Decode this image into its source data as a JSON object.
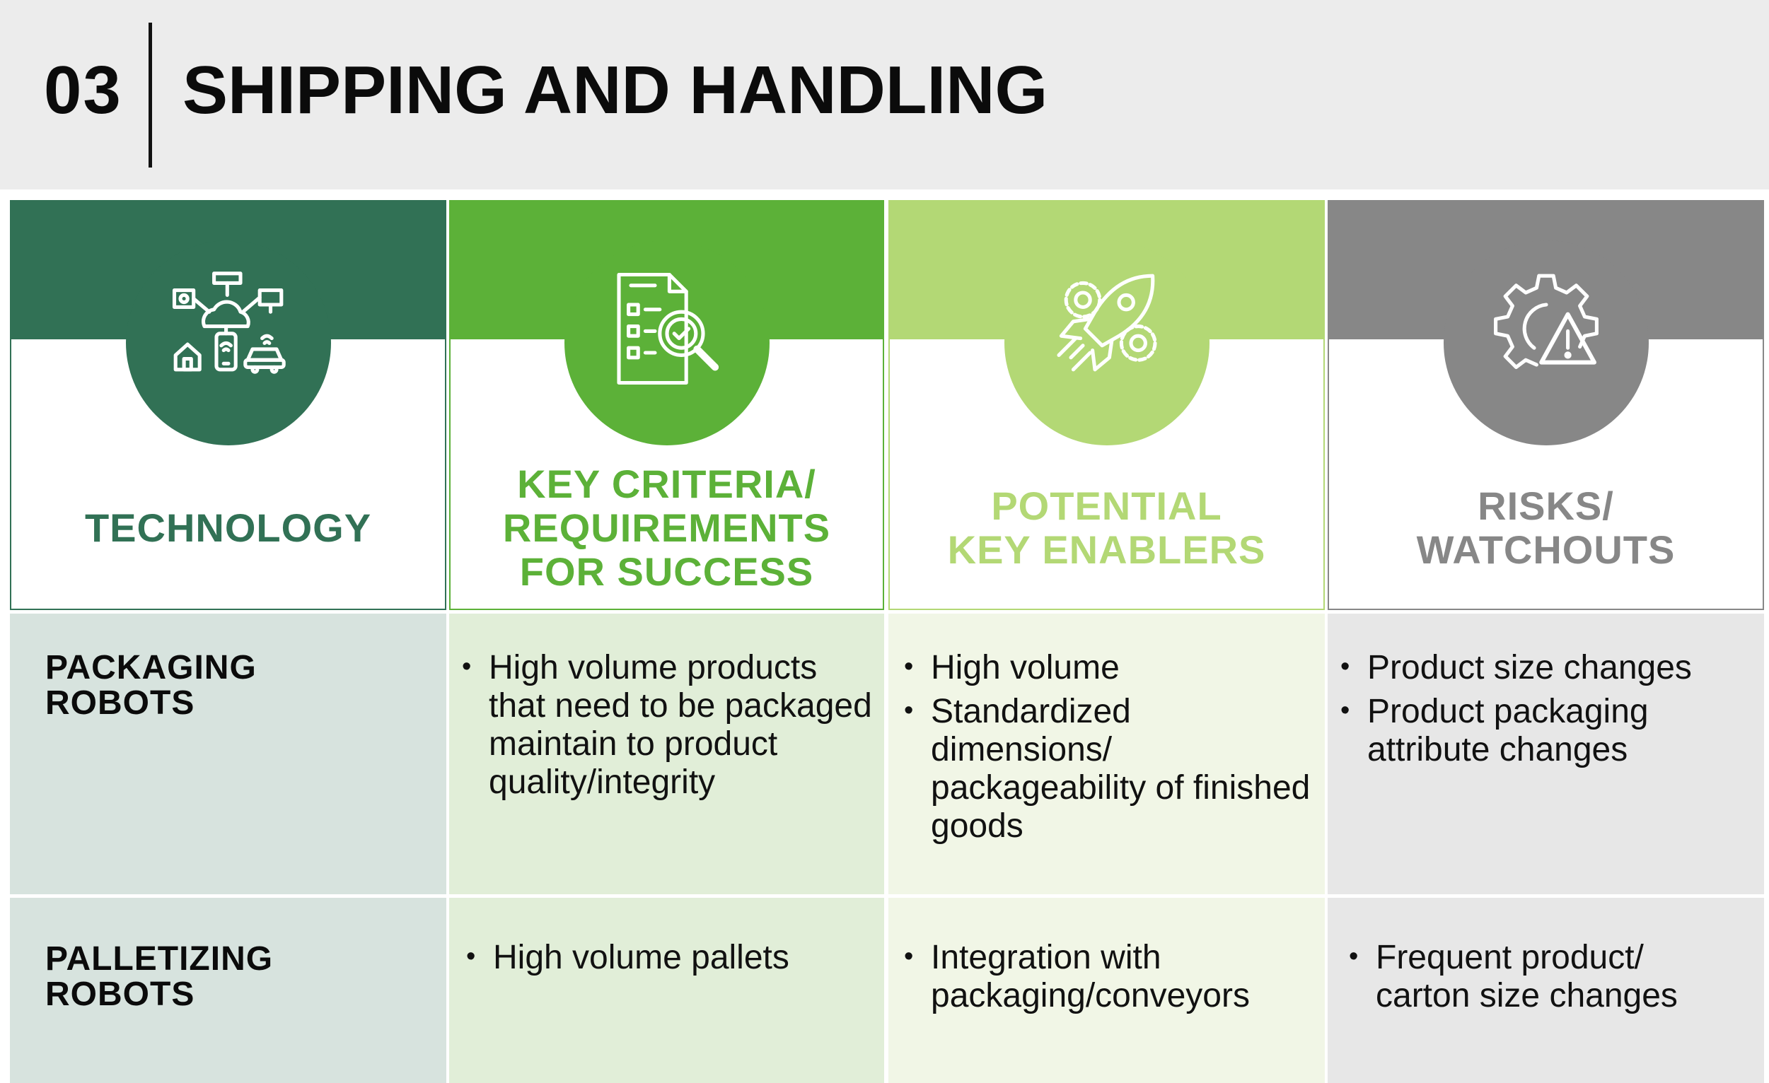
{
  "header": {
    "number": "03",
    "title": "SHIPPING AND HANDLING"
  },
  "columns": [
    {
      "label": "TECHNOLOGY",
      "color": "#317155",
      "icon": "smart-network-icon"
    },
    {
      "label": "KEY CRITERIA/\nREQUIREMENTS\nFOR SUCCESS",
      "color": "#5cb138",
      "icon": "checklist-magnifier-icon"
    },
    {
      "label": "POTENTIAL\nKEY ENABLERS",
      "color": "#b3d875",
      "icon": "rocket-gears-icon"
    },
    {
      "label": "RISKS/\nWATCHOUTS",
      "color": "#878787",
      "icon": "gear-warning-icon"
    }
  ],
  "rows": [
    {
      "label": "PACKAGING\nROBOTS",
      "criteria": [
        "High volume products that need to be packaged maintain to product quality/integrity"
      ],
      "enablers": [
        "High volume",
        "Standardized dimensions/ packageability of finished goods"
      ],
      "risks": [
        "Product size changes",
        "Product packaging attribute changes"
      ]
    },
    {
      "label": "PALLETIZING\nROBOTS",
      "criteria": [
        "High volume pallets"
      ],
      "enablers": [
        "Integration with packaging/conveyors"
      ],
      "risks": [
        "Frequent product/ carton size changes"
      ]
    }
  ]
}
